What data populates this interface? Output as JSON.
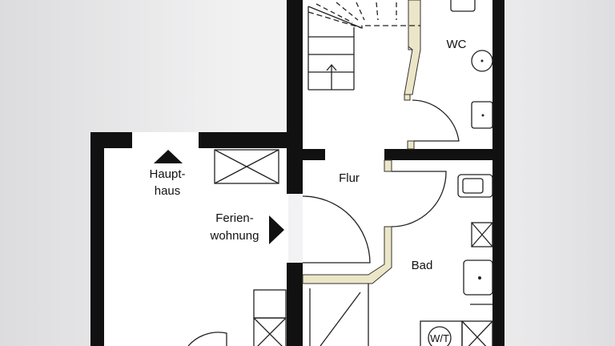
{
  "floorplan": {
    "rooms": {
      "wc": "WC",
      "flur": "Flur",
      "bad": "Bad",
      "washer": "W/T"
    },
    "entrances": {
      "main_house_line1": "Haupt-",
      "main_house_line2": "haus",
      "holiday_flat_line1": "Ferien-",
      "holiday_flat_line2": "wohnung"
    },
    "colors": {
      "wall": "#111111",
      "partition": "#ece6c8",
      "floor": "#ffffff"
    }
  }
}
